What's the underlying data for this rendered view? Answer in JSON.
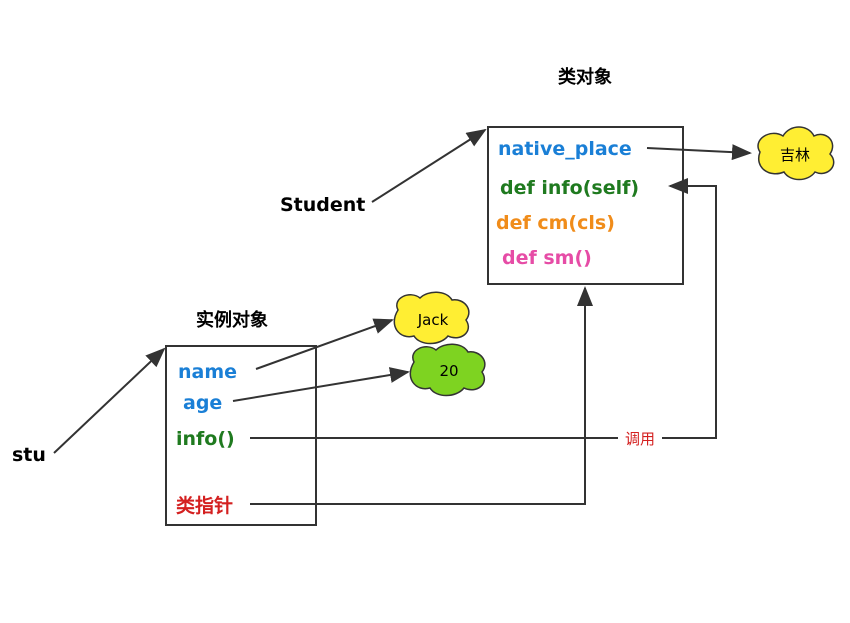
{
  "class_object": {
    "title": "类对象",
    "name": "Student",
    "members": [
      {
        "label": "native_place",
        "color": "#1a7fd6"
      },
      {
        "label": "def info(self)",
        "color": "#1f7a1f"
      },
      {
        "label": "def cm(cls)",
        "color": "#f08c1a"
      },
      {
        "label": "def sm()",
        "color": "#e64ca6"
      }
    ],
    "native_place_value": "吉林"
  },
  "instance_object": {
    "title": "实例对象",
    "name": "stu",
    "members": [
      {
        "label": "name",
        "color": "#1a7fd6"
      },
      {
        "label": "age",
        "color": "#1a7fd6"
      },
      {
        "label": "info()",
        "color": "#1f7a1f"
      },
      {
        "label": "类指针",
        "color": "#d42020"
      }
    ],
    "name_value": "Jack",
    "age_value": "20"
  },
  "call_label": "调用",
  "colors": {
    "line": "#333333",
    "cloud_yellow": "#ffee33",
    "cloud_green": "#7ed321",
    "call_label": "#d42020"
  }
}
